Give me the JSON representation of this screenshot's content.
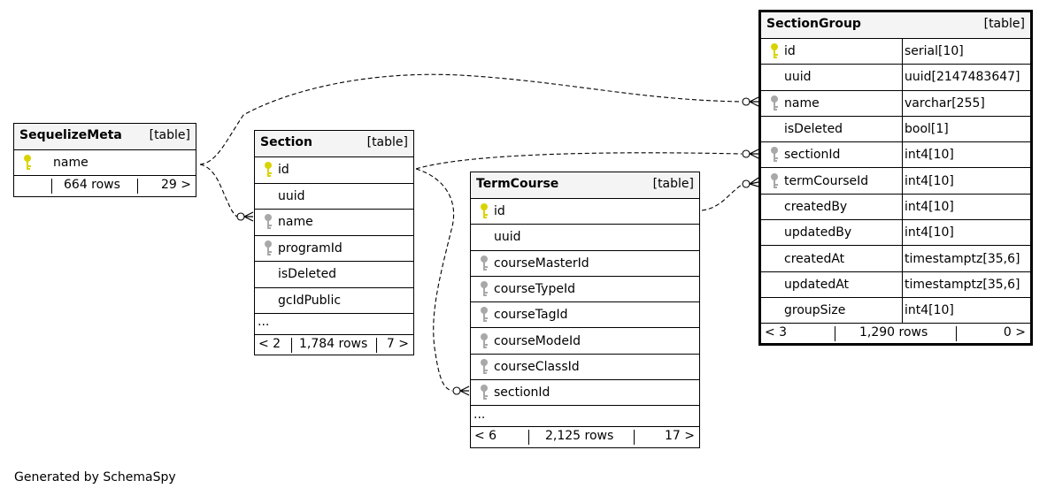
{
  "footer": "Generated by SchemaSpy",
  "tables": {
    "sequelize_meta": {
      "name": "SequelizeMeta",
      "type": "[table]",
      "columns": [
        {
          "name": "name",
          "key": "primary"
        }
      ],
      "footer": {
        "parents": "",
        "rows": "664 rows",
        "children": "29 >"
      }
    },
    "section": {
      "name": "Section",
      "type": "[table]",
      "columns": [
        {
          "name": "id",
          "key": "primary"
        },
        {
          "name": "uuid",
          "key": "none"
        },
        {
          "name": "name",
          "key": "index"
        },
        {
          "name": "programId",
          "key": "index"
        },
        {
          "name": "isDeleted",
          "key": "none"
        },
        {
          "name": "gcIdPublic",
          "key": "none"
        }
      ],
      "ellipsis": "...",
      "footer": {
        "parents": "< 2",
        "rows": "1,784 rows",
        "children": "7 >"
      }
    },
    "term_course": {
      "name": "TermCourse",
      "type": "[table]",
      "columns": [
        {
          "name": "id",
          "key": "primary"
        },
        {
          "name": "uuid",
          "key": "none"
        },
        {
          "name": "courseMasterId",
          "key": "index"
        },
        {
          "name": "courseTypeId",
          "key": "index"
        },
        {
          "name": "courseTagId",
          "key": "index"
        },
        {
          "name": "courseModeId",
          "key": "index"
        },
        {
          "name": "courseClassId",
          "key": "index"
        },
        {
          "name": "sectionId",
          "key": "index"
        }
      ],
      "ellipsis": "...",
      "footer": {
        "parents": "< 6",
        "rows": "2,125 rows",
        "children": "17 >"
      }
    },
    "section_group": {
      "name": "SectionGroup",
      "type": "[table]",
      "columns": [
        {
          "name": "id",
          "type": "serial[10]",
          "key": "primary"
        },
        {
          "name": "uuid",
          "type": "uuid[2147483647]",
          "key": "none"
        },
        {
          "name": "name",
          "type": "varchar[255]",
          "key": "index"
        },
        {
          "name": "isDeleted",
          "type": "bool[1]",
          "key": "none"
        },
        {
          "name": "sectionId",
          "type": "int4[10]",
          "key": "index"
        },
        {
          "name": "termCourseId",
          "type": "int4[10]",
          "key": "index"
        },
        {
          "name": "createdBy",
          "type": "int4[10]",
          "key": "none"
        },
        {
          "name": "updatedBy",
          "type": "int4[10]",
          "key": "none"
        },
        {
          "name": "createdAt",
          "type": "timestamptz[35,6]",
          "key": "none"
        },
        {
          "name": "updatedAt",
          "type": "timestamptz[35,6]",
          "key": "none"
        },
        {
          "name": "groupSize",
          "type": "int4[10]",
          "key": "none"
        }
      ],
      "footer": {
        "parents": "< 3",
        "rows": "1,290 rows",
        "children": "0 >"
      }
    }
  },
  "relationships": [
    {
      "from": "SequelizeMeta.name",
      "to": "SectionGroup.name"
    },
    {
      "from": "SequelizeMeta.name",
      "to": "Section.name"
    },
    {
      "from": "Section.id",
      "to": "SectionGroup.sectionId"
    },
    {
      "from": "Section.id",
      "to": "TermCourse.sectionId"
    },
    {
      "from": "TermCourse.id",
      "to": "SectionGroup.termCourseId"
    }
  ],
  "colors": {
    "primary_key": "#d9d400",
    "index_key": "#a8a8a8",
    "header_bg": "#f4f4f4",
    "line": "#000000"
  },
  "icons": {
    "primary_key": "key-icon",
    "index_key": "key-icon"
  }
}
